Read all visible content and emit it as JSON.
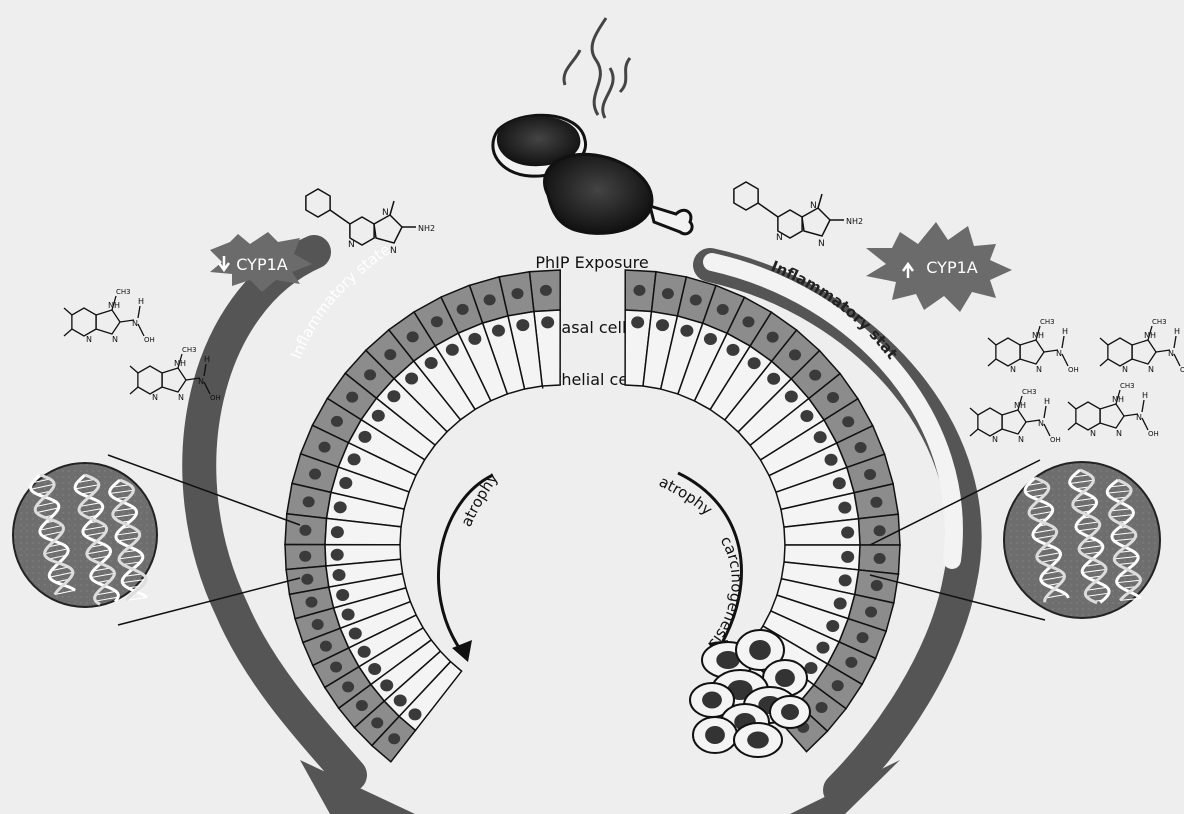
{
  "exposure_label": "PhIP Exposure",
  "basal_label": "basal cells",
  "epithelial_label": "epithelial cells",
  "left": {
    "state_label": "Inflammatory state",
    "cyp_label": "CYP1A",
    "cyp_direction": "down",
    "process_labels": [
      "atrophy"
    ]
  },
  "right": {
    "state_label": "Inflammatory state",
    "cyp_label": "CYP1A",
    "cyp_direction": "up",
    "process_labels": [
      "atrophy",
      "carcinogenesis"
    ]
  },
  "molecule_labels": {
    "methyl": "CH3",
    "amine": "NH2",
    "imine": "NH",
    "hydroxyl": "OH",
    "hydrogen": "H",
    "nitrogen": "N"
  },
  "colors": {
    "background": "#eeeeee",
    "arc_dark": "#5a5a5a",
    "arc_light": "#f2f2f2",
    "basal_cell": "#8c8c8c",
    "epithelial_cell": "#f4f4f4",
    "nucleus": "#3a3a3a",
    "badge": "#6b6b6b"
  }
}
